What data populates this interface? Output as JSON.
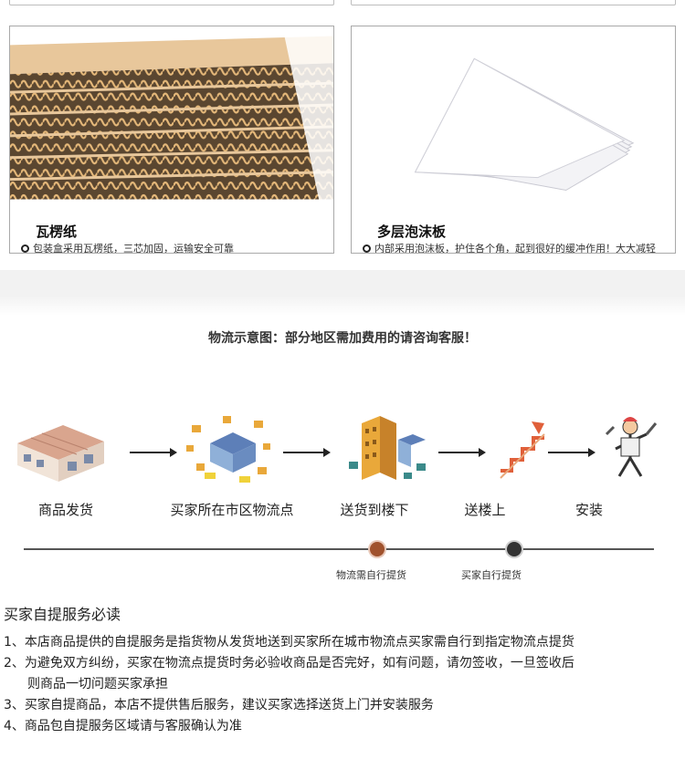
{
  "materials": [
    {
      "title": "瓦楞纸",
      "desc": "包装盒采用瓦楞纸，三芯加固，运输安全可靠"
    },
    {
      "title": "多层泡沫板",
      "desc": "内部采用泡沫板，护住各个角，起到很好的缓冲作用！大大减轻运输中对产品的伤害"
    }
  ],
  "logistics": {
    "title": "物流示意图：部分地区需加费用的请咨询客服！",
    "steps": [
      {
        "label": "商品发货",
        "icon": "warehouse-icon"
      },
      {
        "label": "买家所在市区物流点",
        "icon": "logistics-center-icon"
      },
      {
        "label": "送货到楼下",
        "icon": "building-delivery-icon"
      },
      {
        "label": "送楼上",
        "icon": "stairs-icon"
      },
      {
        "label": "安装",
        "icon": "installer-icon"
      }
    ],
    "timeline": [
      {
        "label": "物流需自行提货",
        "color": "#a0522d"
      },
      {
        "label": "买家自行提货",
        "color": "#333333"
      }
    ]
  },
  "notice": {
    "title": "买家自提服务必读",
    "items": [
      "1、本店商品提供的自提服务是指货物从发货地送到买家所在城市物流点买家需自行到指定物流点提货",
      "2、为避免双方纠纷，买家在物流点提货时务必验收商品是否完好，如有问题，请勿签收，一旦签收后",
      "则商品一切问题买家承担",
      "3、买家自提商品，本店不提供售后服务，建议买家选择送货上门并安装服务",
      "4、商品包自提服务区域请与客服确认为准"
    ]
  }
}
